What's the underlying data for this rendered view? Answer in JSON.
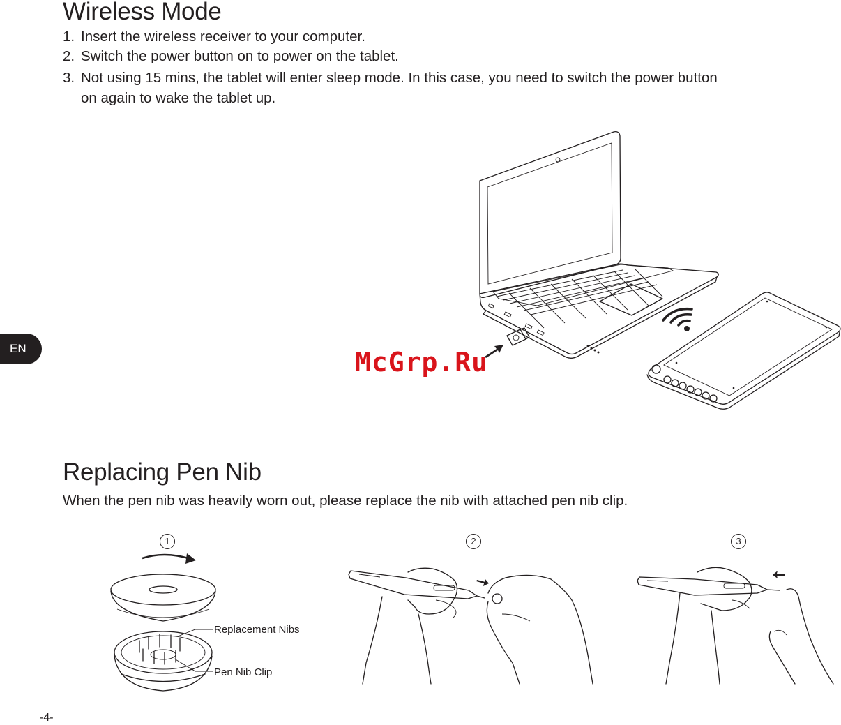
{
  "wireless": {
    "title": "Wireless Mode",
    "steps": [
      {
        "num": "1.",
        "lines": [
          "Insert the wireless receiver to your computer."
        ]
      },
      {
        "num": "2.",
        "lines": [
          "Switch the power button on to power on the tablet."
        ]
      },
      {
        "num": "3.",
        "lines": [
          "Not using 15 mins, the tablet will enter sleep mode. In this case, you need to switch the power button",
          "on again to wake the tablet up."
        ]
      }
    ]
  },
  "sidebar": {
    "lang": "EN"
  },
  "watermark": "McGrp.Ru",
  "nib": {
    "title": "Replacing Pen Nib",
    "desc": "When the pen nib was heavily worn out, please replace the nib with attached pen nib clip.",
    "steps": [
      "1",
      "2",
      "3"
    ],
    "callouts": {
      "replacement": "Replacement Nibs",
      "clip": "Pen Nib Clip"
    }
  },
  "footer": {
    "page": "-4-"
  },
  "icons": [
    "laptop-icon",
    "usb-receiver-icon",
    "wireless-signal-icon",
    "tablet-icon",
    "nib-holder-icon",
    "pen-icon",
    "hand-icon",
    "arrow-icon"
  ],
  "colors": {
    "text": "#231f20",
    "watermark": "#d9141b",
    "tab": "#231f20"
  }
}
